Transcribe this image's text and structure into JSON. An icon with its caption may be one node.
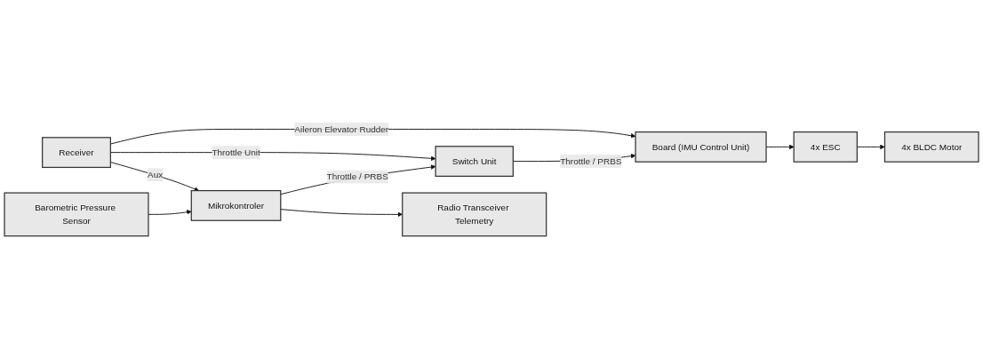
{
  "diagram": {
    "nodes": [
      {
        "text": [
          "Receiver"
        ]
      },
      {
        "text": [
          "Board (IMU Control Unit)"
        ]
      },
      {
        "text": [
          "4x ESC"
        ]
      },
      {
        "text": [
          "4x BLDC Motor"
        ]
      },
      {
        "text": [
          "Switch Unit"
        ]
      },
      {
        "text": [
          "Barometric Pressure Sensor"
        ]
      },
      {
        "text": [
          "Mikrokontroler"
        ]
      },
      {
        "text": [
          "Radio Transceiver Telemetry"
        ]
      }
    ],
    "edges": [
      {
        "from": 0,
        "to": 1,
        "arrow": "to",
        "label": "Aileron Elevator Rudder"
      },
      {
        "from": 1,
        "to": 2,
        "arrow": "to"
      },
      {
        "from": 2,
        "to": 3,
        "arrow": "to"
      },
      {
        "from": 0,
        "to": 4,
        "arrow": "to",
        "label": "Throttle Unit"
      },
      {
        "from": 4,
        "to": 1,
        "arrow": "to",
        "label": "Throttle / PRBS"
      },
      {
        "from": 6,
        "to": 4,
        "arrow": "to",
        "label": "Throttle / PRBS"
      },
      {
        "from": 0,
        "to": 6,
        "arrow": "to",
        "label": "Aux"
      },
      {
        "from": 5,
        "to": 6,
        "arrow": "to"
      },
      {
        "from": 6,
        "to": 7,
        "arrow": "to"
      }
    ]
  }
}
